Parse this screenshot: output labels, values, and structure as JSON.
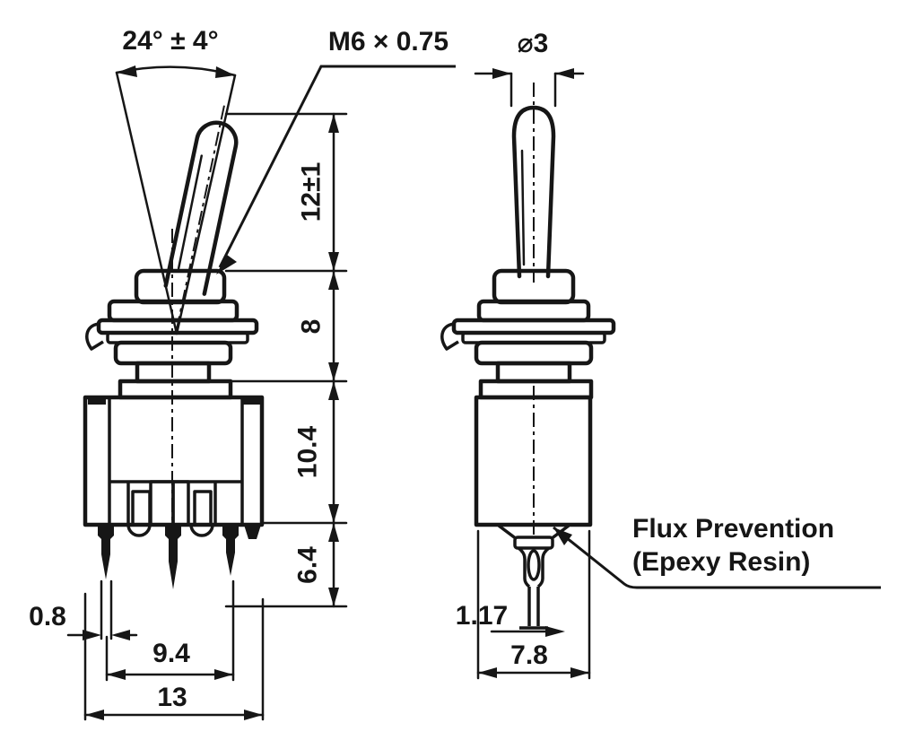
{
  "page": {
    "background": "#ffffff",
    "ink": "#161616"
  },
  "front_view": {
    "angle_label": "24° ± 4°",
    "thread_label": "M6 × 0.75",
    "dims": {
      "lever_length": "12±1",
      "bushing_height": "8",
      "body_height": "10.4",
      "pin_length": "6.4",
      "pin_thickness": "0.8",
      "pin_span": "9.4",
      "body_width": "13"
    }
  },
  "side_view": {
    "lever_diameter": "⌀3",
    "dims": {
      "terminal_thickness": "1.17",
      "body_depth": "7.8"
    },
    "note": {
      "line1": "Flux Prevention",
      "line2": "(Epexy Resin)"
    }
  }
}
